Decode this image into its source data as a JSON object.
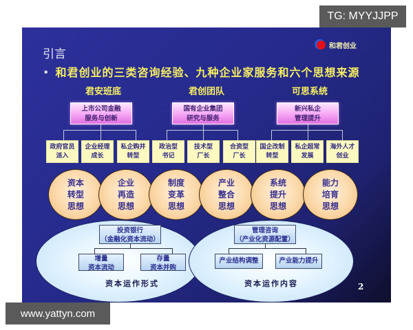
{
  "watermarks": {
    "top": "TG: MYYJJPP",
    "bottom": "www.yattyn.com"
  },
  "slide": {
    "title": "引言",
    "logo_text": "和君创业",
    "subtitle_bullet": "•",
    "subtitle": "和君创业的三类咨询经验、九种企业家服务和六个思想来源",
    "page_number": "2",
    "columns": [
      {
        "heading": "君安班底",
        "experience": [
          "上市公司金融",
          "服务与创新"
        ],
        "services": [
          [
            "政府官员",
            "派入"
          ],
          [
            "企业经理",
            "成长"
          ],
          [
            "私企购并",
            "转型"
          ]
        ]
      },
      {
        "heading": "君创团队",
        "experience": [
          "国有企业集团",
          "研究与服务"
        ],
        "services": [
          [
            "政治型",
            "书记"
          ],
          [
            "技术型",
            "厂长"
          ],
          [
            "合资型",
            "厂长"
          ]
        ]
      },
      {
        "heading": "可思系统",
        "experience": [
          "新兴私企",
          "管理提升"
        ],
        "services": [
          [
            "国企改制",
            "转型"
          ],
          [
            "私企超常",
            "发展"
          ],
          [
            "海外人才",
            "创业"
          ]
        ]
      }
    ],
    "thoughts": [
      [
        "资本",
        "转型",
        "思想"
      ],
      [
        "企业",
        "再造",
        "思想"
      ],
      [
        "制度",
        "变革",
        "思想"
      ],
      [
        "产业",
        "整合",
        "思想"
      ],
      [
        "系统",
        "提升",
        "思想"
      ],
      [
        "能力",
        "培育",
        "思想"
      ]
    ],
    "capital_forms": {
      "label": "资本运作形式",
      "top": [
        "投资银行",
        "（金融化资本流动）"
      ],
      "children": [
        [
          "增量",
          "资本流动"
        ],
        [
          "存量",
          "资本并购"
        ]
      ]
    },
    "capital_content": {
      "label": "资本运作内容",
      "top": [
        "管理咨询",
        "（产业化资源配置）"
      ],
      "children": [
        [
          "产业结构调整"
        ],
        [
          "产业能力提升"
        ]
      ]
    }
  },
  "colors": {
    "slide_bg": "#23288a",
    "heading_yellow": "#f8f060",
    "magenta_box": "#f4a0f4",
    "yellow_box": "#fbf9c0",
    "circle_fill": "#fbd8a8",
    "ellipse_fill": "#bfe0f8"
  }
}
